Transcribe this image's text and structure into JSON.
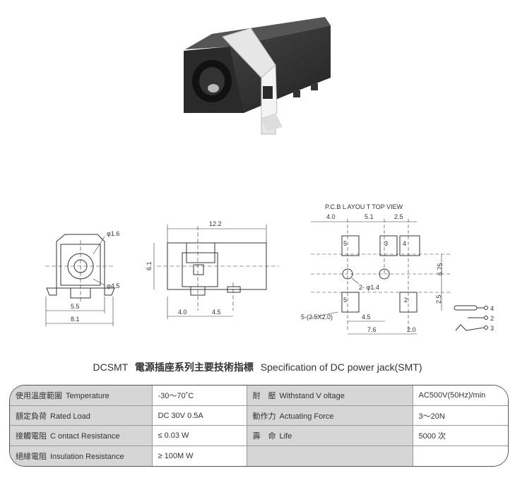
{
  "drawings": {
    "front": {
      "hole_dia": "φ1.6",
      "pin_dia": "φ4.5",
      "width_inner": "5.5",
      "width_total": "8.1"
    },
    "side": {
      "length": "12.2",
      "height": "6.1",
      "dim_a": "4.0",
      "dim_b": "4.5"
    },
    "pcb": {
      "title": "P.C.B L AYOU T TOP VIEW",
      "top_dims": [
        "4.0",
        "5.1",
        "2.5"
      ],
      "pad_labels": [
        "5",
        "3",
        "4",
        "5",
        "2"
      ],
      "hole_label": "2- φ1.4",
      "pad_size": "5-(2.5X2.0)",
      "dim_45": "4.5",
      "dim_76": "7.6",
      "dim_20": "2.0",
      "dim_675": "6.75",
      "dim_25": "2.5"
    },
    "schematic": {
      "pins": [
        "4",
        "2",
        "3"
      ]
    }
  },
  "title": {
    "model": "DCSMT",
    "cn": "電源插座系列主要技術指標",
    "en": "Specification of DC power jack(SMT)"
  },
  "spec_table": {
    "rows": [
      {
        "l1_cn": "使用溫度範圍",
        "l1_en": "Temperature",
        "v1": "-30～70˚C",
        "l2_cn": "耐　壓",
        "l2_en": "Withstand V oltage",
        "v2": "AC500V(50Hz)/min"
      },
      {
        "l1_cn": "額定負荷",
        "l1_en": "Rated Load",
        "v1": "DC  30V  0.5A",
        "l2_cn": "動作力",
        "l2_en": "Actuating Force",
        "v2": "3～20N"
      },
      {
        "l1_cn": "接觸電阻",
        "l1_en": "C ontact Resistance",
        "v1": "≤ 0.03 W",
        "l2_cn": "壽　命",
        "l2_en": "Life",
        "v2": "5000  次"
      },
      {
        "l1_cn": "絕緣電阻",
        "l1_en": "Insulation Resistance",
        "v1": "≥ 100M W",
        "l2_cn": "",
        "l2_en": "",
        "v2": ""
      }
    ]
  }
}
